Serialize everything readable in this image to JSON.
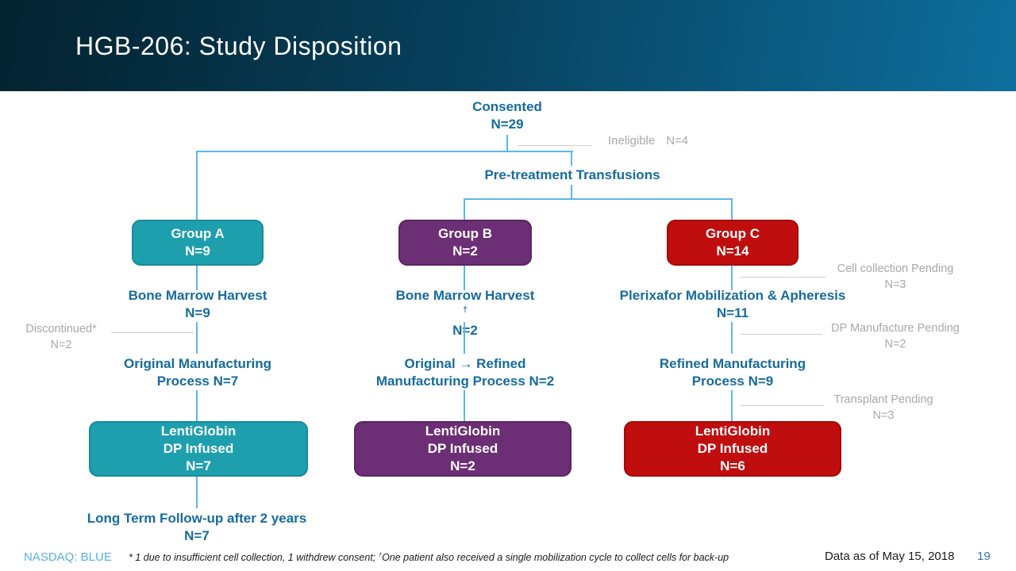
{
  "header": {
    "title": "HGB-206: Study Disposition"
  },
  "flow": {
    "consented": {
      "label": "Consented",
      "n": "N=29"
    },
    "ineligible": {
      "label": "Ineligible",
      "n": "N=4"
    },
    "pretreatment": "Pre-treatment Transfusions",
    "columns": [
      {
        "group_label": "Group A",
        "group_n": "N=9",
        "step1": {
          "line1": "Bone Marrow Harvest",
          "dagger": "",
          "n": "N=9"
        },
        "step2": {
          "line1": "Original Manufacturing",
          "line2": "Process N=7"
        },
        "infused": {
          "line1": "LentiGlobin",
          "line2": "DP Infused",
          "line3": "N=7"
        }
      },
      {
        "group_label": "Group B",
        "group_n": "N=2",
        "step1": {
          "line1": "Bone Marrow Harvest",
          "dagger": "†",
          "n": "N=2"
        },
        "step2": {
          "line1": "Original → Refined",
          "line2": "Manufacturing Process N=2"
        },
        "infused": {
          "line1": "LentiGlobin",
          "line2": "DP Infused",
          "line3": "N=2"
        }
      },
      {
        "group_label": "Group C",
        "group_n": "N=14",
        "step1": {
          "line1": "Plerixafor Mobilization & Apheresis",
          "dagger": "",
          "n": "N=11"
        },
        "step2": {
          "line1": "Refined Manufacturing",
          "line2": "Process N=9"
        },
        "infused": {
          "line1": "LentiGlobin",
          "line2": "DP Infused",
          "line3": "N=6"
        }
      }
    ],
    "side_notes": {
      "discontinued": {
        "label": "Discontinued*",
        "n": "N=2"
      },
      "cell_collection": {
        "label": "Cell collection Pending",
        "n": "N=3"
      },
      "dp_manufacture": {
        "label": "DP Manufacture Pending",
        "n": "N=2"
      },
      "transplant": {
        "label": "Transplant Pending",
        "n": "N=3"
      }
    },
    "followup": {
      "label": "Long Term Follow-up after 2 years",
      "n": "N=7"
    }
  },
  "footer": {
    "ticker": "NASDAQ: BLUE",
    "footnote_part1": "* 1 due to insufficient cell collection, 1 withdrew consent; ",
    "footnote_dagger": "†",
    "footnote_part2": "One patient also received a single mobilization cycle to collect cells for back-up",
    "data_as_of": "Data as of May 15, 2018",
    "page_number": "19"
  },
  "colors": {
    "header_gradient_left": "#03222f",
    "header_gradient_right": "#0e6f9e",
    "group_a_box": "#1e9fae",
    "group_b_box": "#6c2e74",
    "group_c_box": "#c00d0d",
    "flow_label_text": "#166b9c",
    "gray_note_text": "#a8a8a8",
    "connector_blue": "#5cb8e8",
    "connector_gray": "#cfcfcf",
    "ticker_text": "#58aee0",
    "page_number_text": "#2e74a8"
  }
}
